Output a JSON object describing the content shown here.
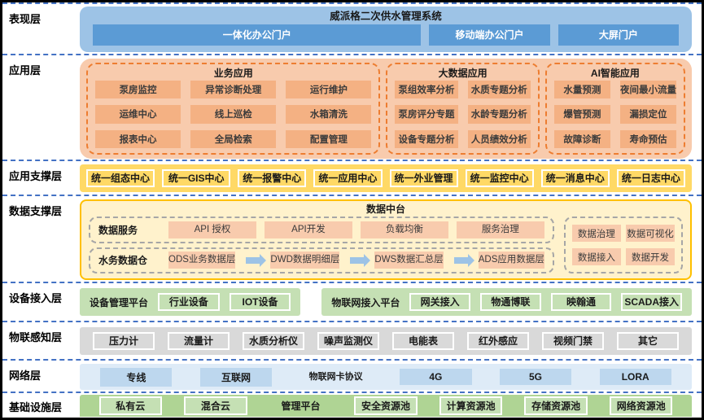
{
  "colors": {
    "dashed_line": "#4472C4",
    "presentation_bg": "#9DC3E6",
    "portal_btn": "#5B9BD5",
    "application_bg": "#F8CBAD",
    "application_box": "#F4B183",
    "application_dash": "#ED7D31",
    "support_bg": "#FFD966",
    "data_bg": "#FFF2CC",
    "data_border": "#FFC000",
    "data_box": "#F8CBAD",
    "arrow": "#9DC3E6",
    "device_bg": "#C5E0B4",
    "perception_bg": "#D9D9D9",
    "network_bg": "#DEEBF7",
    "network_box": "#BDD7EE",
    "infra_bg": "#AFD494"
  },
  "layers": {
    "presentation": {
      "label": "表现层",
      "title": "威派格二次供水管理系统",
      "portals": [
        "一体化办公门户",
        "移动端办公门户",
        "大屏门户"
      ]
    },
    "application": {
      "label": "应用层",
      "groups": [
        {
          "title": "业务应用",
          "items": [
            "泵房监控",
            "异常诊断处理",
            "运行维护",
            "运维中心",
            "线上巡检",
            "水箱清洗",
            "报表中心",
            "全局检索",
            "配置管理"
          ]
        },
        {
          "title": "大数据应用",
          "items": [
            "泵组效率分析",
            "水质专题分析",
            "泵房评分专题",
            "水龄专题分析",
            "设备专题分析",
            "人员绩效分析"
          ]
        },
        {
          "title": "AI智能应用",
          "items": [
            "水量预测",
            "夜间最小流量",
            "爆管预测",
            "漏损定位",
            "故障诊断",
            "寿命预估"
          ]
        }
      ]
    },
    "app_support": {
      "label": "应用支撑层",
      "items": [
        "统一组态中心",
        "统一GIS中心",
        "统一报警中心",
        "统一应用中心",
        "统一外业管理",
        "统一监控中心",
        "统一消息中心",
        "统一日志中心"
      ]
    },
    "data_support": {
      "label": "数据支撑层",
      "platform_title": "数据中台",
      "service_row": {
        "label": "数据服务",
        "items": [
          "API 授权",
          "API开发",
          "负载均衡",
          "服务治理"
        ]
      },
      "warehouse_row": {
        "label": "水务数据仓",
        "items": [
          "ODS业务数据层",
          "DWD数据明细层",
          "DWS数据汇总层",
          "ADS应用数据层"
        ]
      },
      "tools": [
        "数据治理",
        "数据可视化",
        "数据接入",
        "数据开发"
      ]
    },
    "device_access": {
      "label": "设备接入层",
      "groups": [
        {
          "title": "设备管理平台",
          "items": [
            "行业设备",
            "IOT设备"
          ]
        },
        {
          "title": "物联网接入平台",
          "items": [
            "网关接入",
            "物通博联",
            "映翰通",
            "SCADA接入"
          ]
        }
      ]
    },
    "perception": {
      "label": "物联感知层",
      "items": [
        "压力计",
        "流量计",
        "水质分析仪",
        "噪声监测仪",
        "电能表",
        "红外感应",
        "视频门禁",
        "其它"
      ]
    },
    "network": {
      "label": "网络层",
      "items": [
        "专线",
        "互联网",
        "物联网卡协议",
        "4G",
        "5G",
        "LORA"
      ]
    },
    "infrastructure": {
      "label": "基础设施层",
      "items": [
        "私有云",
        "混合云",
        "管理平台",
        "安全资源池",
        "计算资源池",
        "存储资源池",
        "网络资源池"
      ]
    }
  }
}
